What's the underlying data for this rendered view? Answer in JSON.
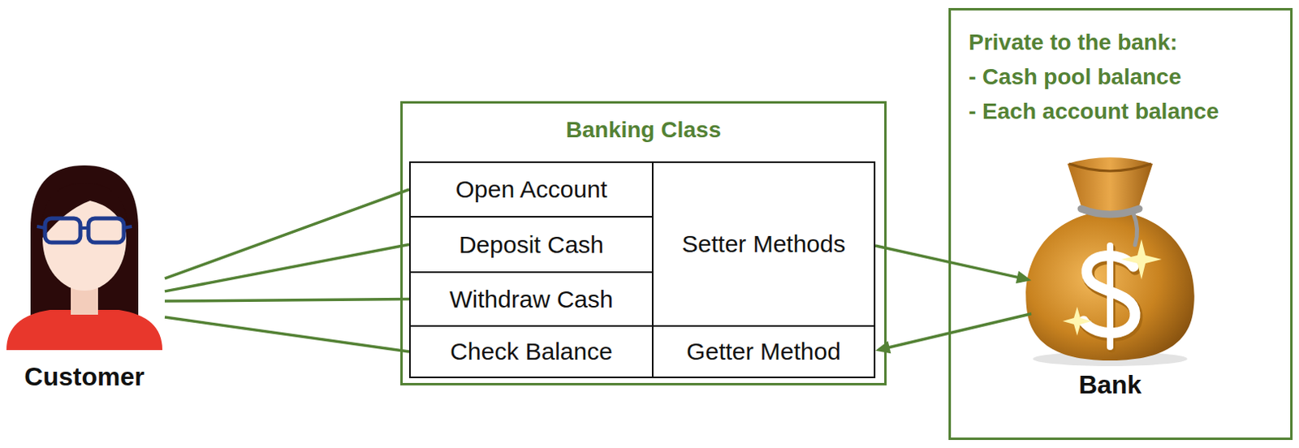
{
  "diagram": {
    "nodes": [
      {
        "text": [
          "Customer"
        ]
      },
      {
        "text": [
          "Banking Class"
        ]
      },
      {
        "text": [
          "Open Account"
        ],
        "in": 1
      },
      {
        "text": [
          "Deposit Cash"
        ],
        "in": 1
      },
      {
        "text": [
          "Withdraw Cash"
        ],
        "in": 1
      },
      {
        "text": [
          "Check Balance"
        ],
        "in": 1
      },
      {
        "text": [
          "Setter Methods"
        ],
        "in": 1
      },
      {
        "text": [
          "Getter Method"
        ],
        "in": 1
      },
      {
        "text": [
          "Private to the bank:",
          "- Cash pool balance",
          "- Each account balance"
        ]
      },
      {
        "text": [
          "Bank"
        ],
        "in": 8
      }
    ],
    "edges": [
      {
        "from": 0,
        "to": 2,
        "arrow": "none"
      },
      {
        "from": 0,
        "to": 3,
        "arrow": "none"
      },
      {
        "from": 0,
        "to": 4,
        "arrow": "none"
      },
      {
        "from": 0,
        "to": 5,
        "arrow": "none"
      },
      {
        "from": 6,
        "to": 9,
        "arrow": "to"
      },
      {
        "from": 9,
        "to": 7,
        "arrow": "to"
      }
    ]
  }
}
